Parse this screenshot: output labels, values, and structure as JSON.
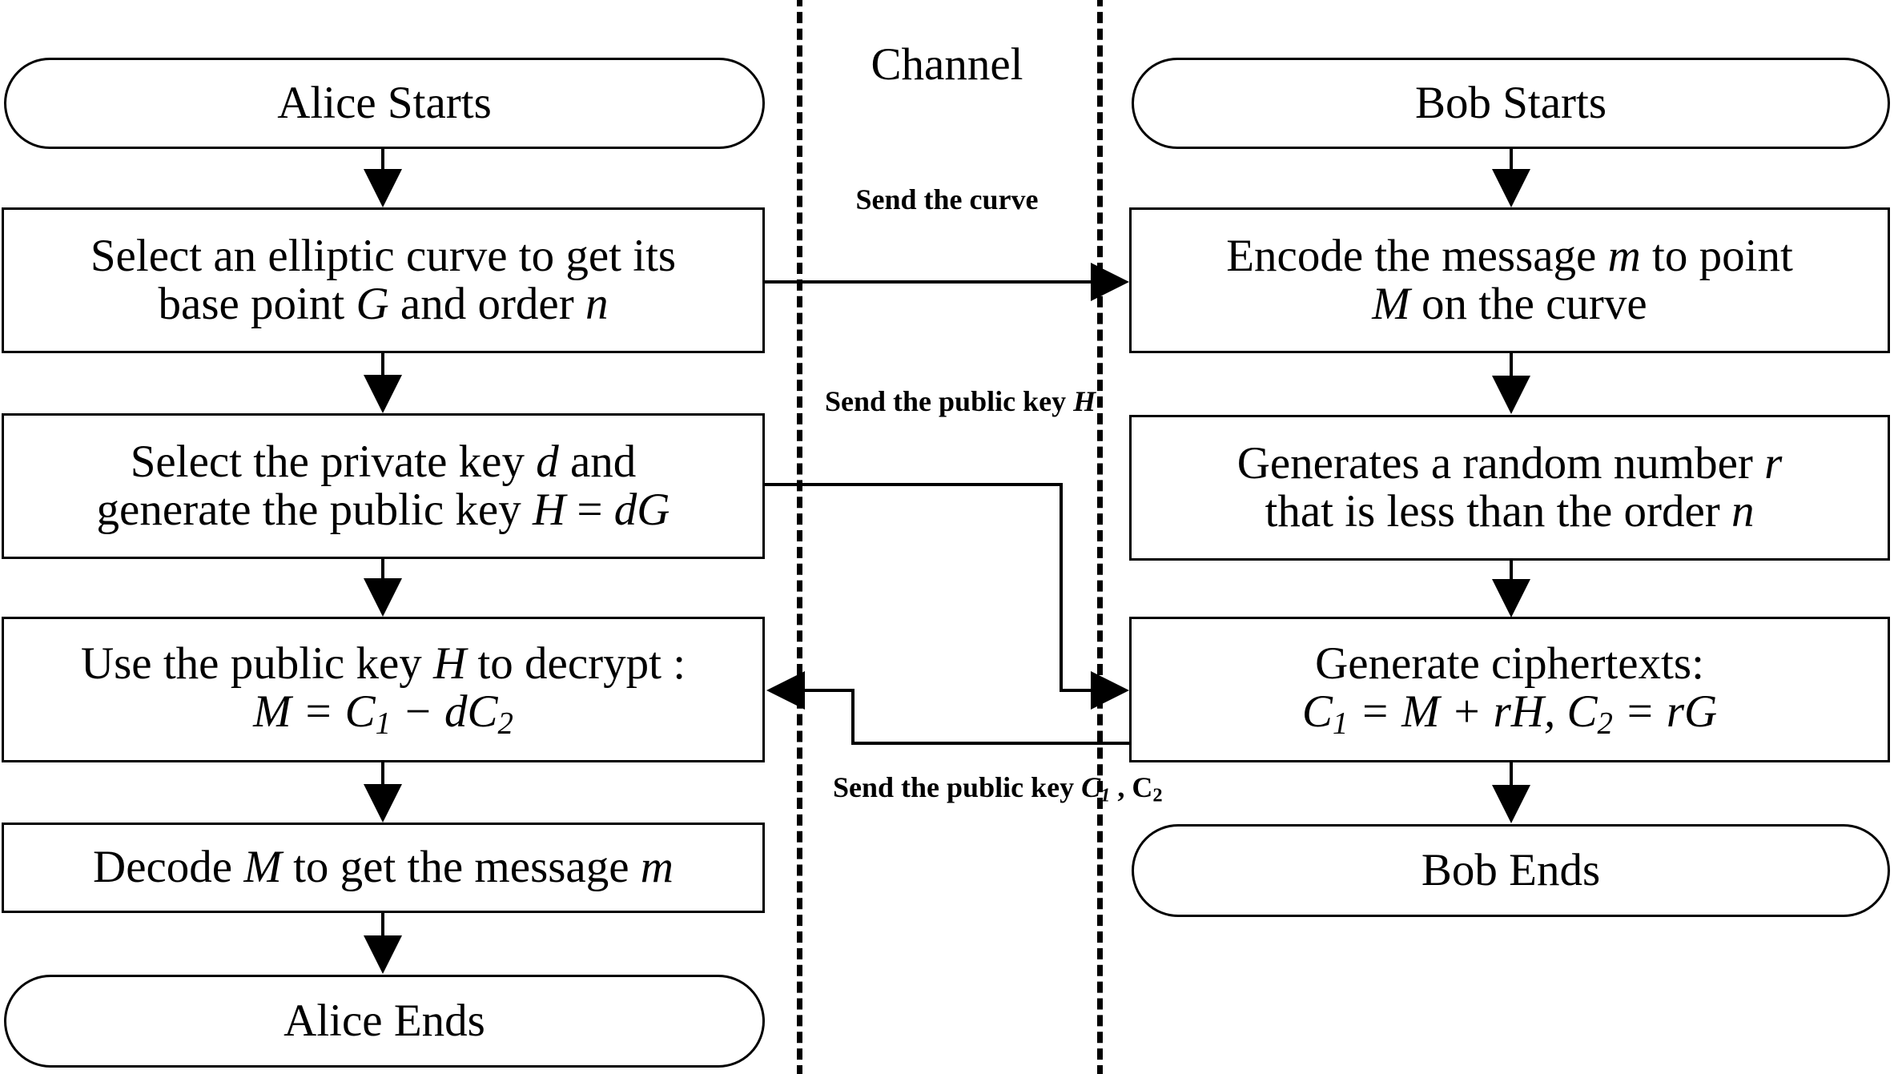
{
  "diagram": {
    "title_channel": "Channel",
    "alice": {
      "start": "Alice Starts",
      "end": "Alice Ends",
      "steps": [
        {
          "line1": "Select an elliptic curve to get its",
          "line2": "base point G and order n"
        },
        {
          "line1": "Select the private key d and",
          "line2": "generate the public key H = dG"
        },
        {
          "line1": "Use the public key H to decrypt :",
          "line2": "M = C1 − dC2"
        },
        {
          "line1": "Decode M to get the message m",
          "line2": ""
        }
      ]
    },
    "bob": {
      "start": "Bob Starts",
      "end": "Bob Ends",
      "steps": [
        {
          "line1": "Encode the message m to point",
          "line2": "M on the curve"
        },
        {
          "line1": "Generates a random number r",
          "line2": "that is less than the order n"
        },
        {
          "line1": "Generate ciphertexts:",
          "line2": "C1 = M + rH, C2 = rG"
        }
      ]
    },
    "channel_messages": [
      {
        "line1": "Send",
        "line2": "the curve",
        "line3": ""
      },
      {
        "line1": "Send the",
        "line2": "public key H",
        "line3": ""
      },
      {
        "line1": "Send the",
        "line2": "public key",
        "line3": "C1 , C2"
      }
    ]
  },
  "colors": {
    "stroke": "#000000",
    "background": "#ffffff"
  }
}
